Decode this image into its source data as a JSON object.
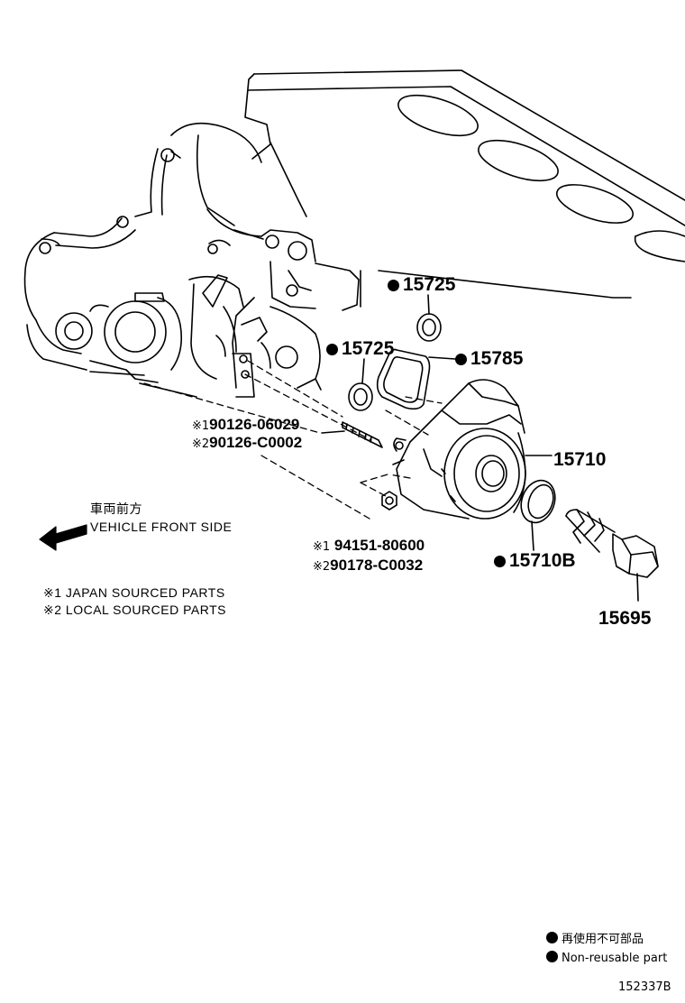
{
  "callouts": {
    "c15725_top": "15725",
    "c15725_mid": "15725",
    "c15785": "15785",
    "c15710": "15710",
    "c15710b": "15710B",
    "c15695": "15695"
  },
  "stud": {
    "mark1": "※1",
    "num1": "90126-06029",
    "mark2": "※2",
    "num2": "90126-C0002"
  },
  "nut": {
    "mark1": "※1",
    "num1": "94151-80600",
    "mark2": "※2",
    "num2": "90178-C0032"
  },
  "direction": {
    "jp": "車両前方",
    "en": "VEHICLE FRONT SIDE"
  },
  "notes": {
    "note1": "※1 JAPAN SOURCED PARTS",
    "note2": "※2 LOCAL SOURCED PARTS"
  },
  "legend": {
    "jp": "再使用不可部品",
    "en": "Non-reusable part"
  },
  "figure_id": "152337B"
}
